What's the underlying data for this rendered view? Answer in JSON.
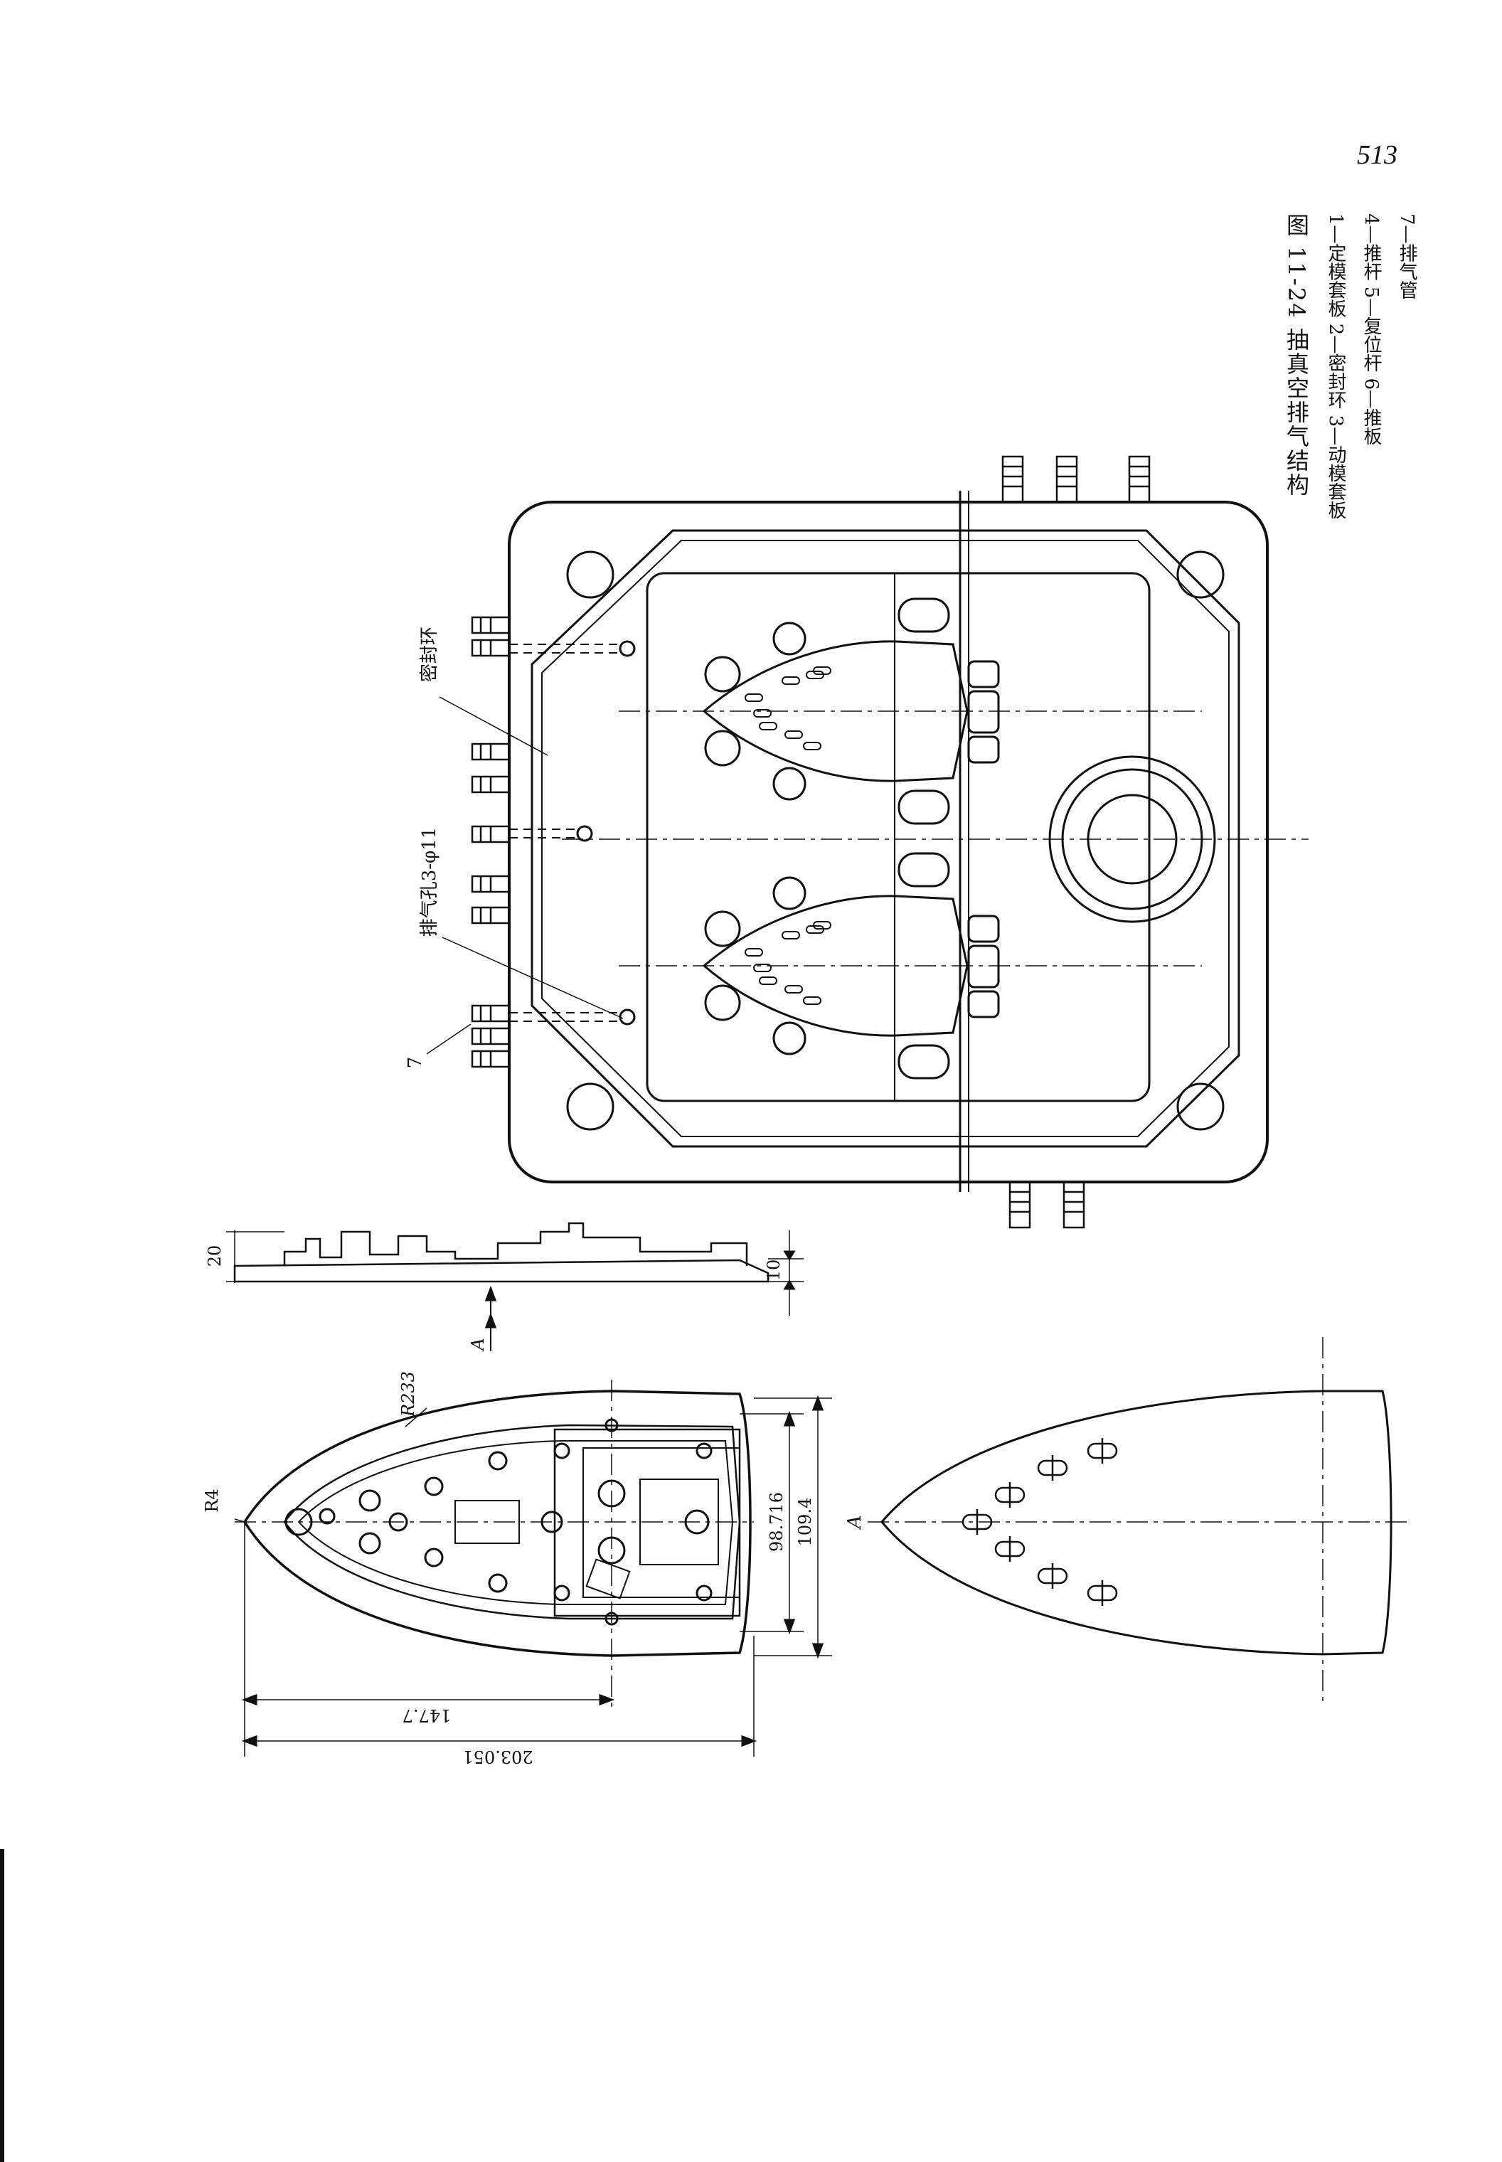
{
  "page": {
    "number": "513"
  },
  "caption": {
    "title": "图 11-24 抽真空排气结构",
    "line1": "1—定模套板 2—密封环 3—动模套板",
    "line2": "4—推杆 5—复位杆 6—推板",
    "line3": "7—排气管"
  },
  "labels": {
    "seal_ring": "密封环",
    "vent_hole": "排气孔3-φ11",
    "part_7": "7",
    "dim_20": "20",
    "dim_10": "10",
    "dim_R4": "R4",
    "dim_R233": "R233",
    "dim_98716": "98.716",
    "dim_1094": "109.4",
    "dim_1477": "147.7",
    "dim_203051": "203.051",
    "view_A1": "A",
    "view_A2": "A"
  }
}
